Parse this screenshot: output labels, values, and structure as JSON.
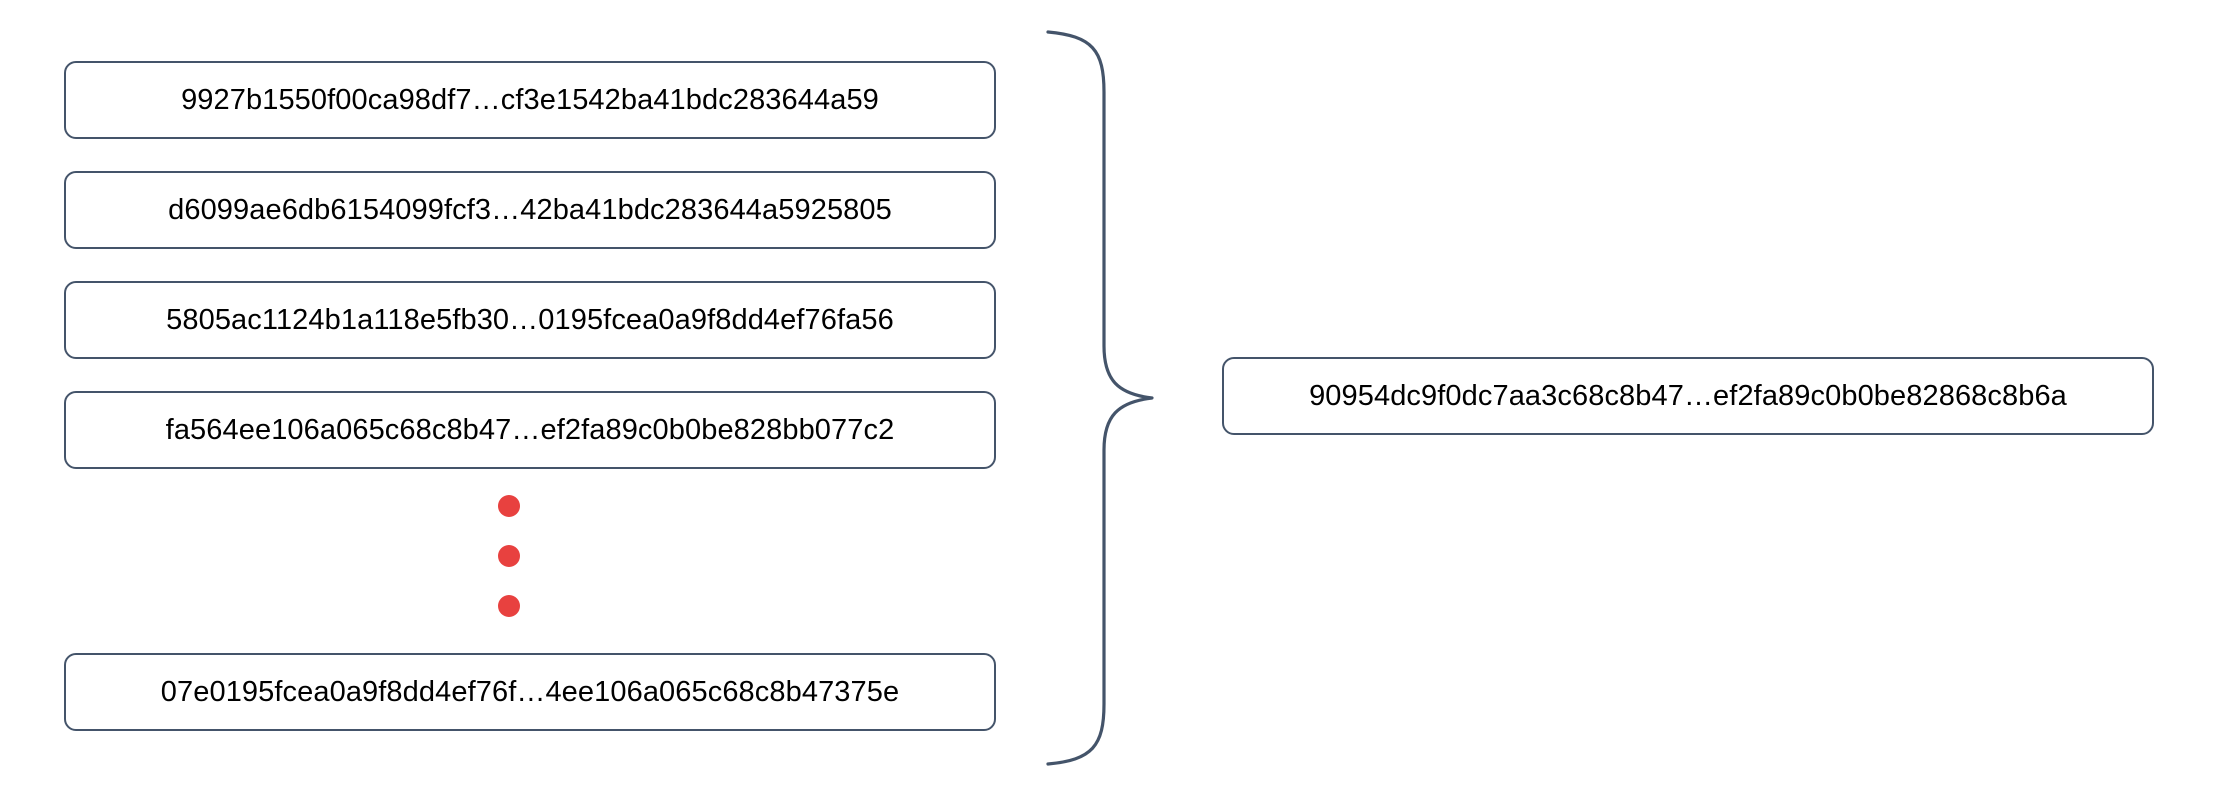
{
  "diagram": {
    "type": "hash-aggregation",
    "colors": {
      "box_border": "#44546A",
      "brace_stroke": "#44546A",
      "ellipsis_dot": "#E8413F",
      "text": "#000000",
      "background": "#FFFFFF"
    },
    "inputs": {
      "items": [
        {
          "hash": "9927b1550f00ca98df7…cf3e1542ba41bdc283644a59"
        },
        {
          "hash": "d6099ae6db6154099fcf3…42ba41bdc283644a5925805"
        },
        {
          "hash": "5805ac1124b1a118e5fb30…0195fcea0a9f8dd4ef76fa56"
        },
        {
          "hash": "fa564ee106a065c68c8b47…ef2fa89c0b0be828bb077c2"
        },
        {
          "hash": "07e0195fcea0a9f8dd4ef76f…4ee106a065c68c8b47375e"
        }
      ],
      "ellipsis": {
        "dot_count": 3,
        "meaning": "more-items"
      }
    },
    "connector": {
      "glyph": "right-curly-brace",
      "orientation": "points-right"
    },
    "output": {
      "hash": "90954dc9f0dc7aa3c68c8b47…ef2fa89c0b0be82868c8b6a"
    }
  }
}
